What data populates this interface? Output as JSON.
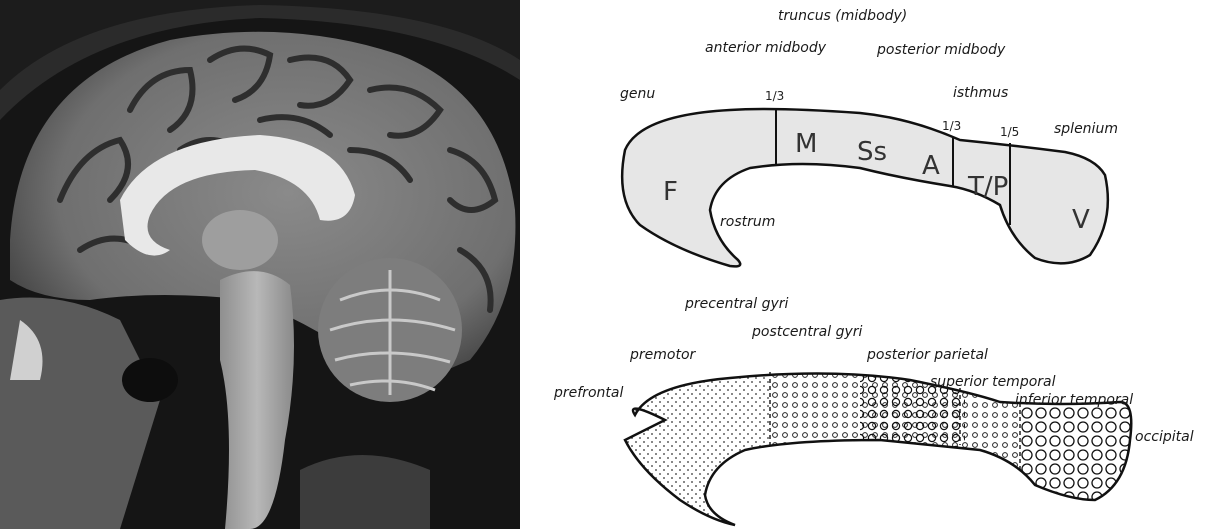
{
  "labels": {
    "truncus": "truncus (midbody)",
    "anterior_midbody": "anterior midbody",
    "posterior_midbody": "posterior midbody",
    "genu": "genu",
    "isthmus": "isthmus",
    "splenium": "splenium",
    "rostrum": "rostrum",
    "precentral": "precentral gyri",
    "postcentral": "postcentral gyri",
    "premotor": "premotor",
    "posterior_parietal": "posterior parietal",
    "prefrontal": "prefrontal",
    "superior_temporal": "superior temporal",
    "inferior_temporal": "inferior temporal",
    "occipital": "occipital"
  },
  "fractions": {
    "a": "1/3",
    "b": "1/3",
    "c": "1/5"
  },
  "regions": {
    "F": "F",
    "M": "M",
    "Ss": "Ss",
    "A": "A",
    "TP": "T/P",
    "V": "V"
  },
  "colors": {
    "fill": "#e6e6e6",
    "stroke": "#111111"
  }
}
